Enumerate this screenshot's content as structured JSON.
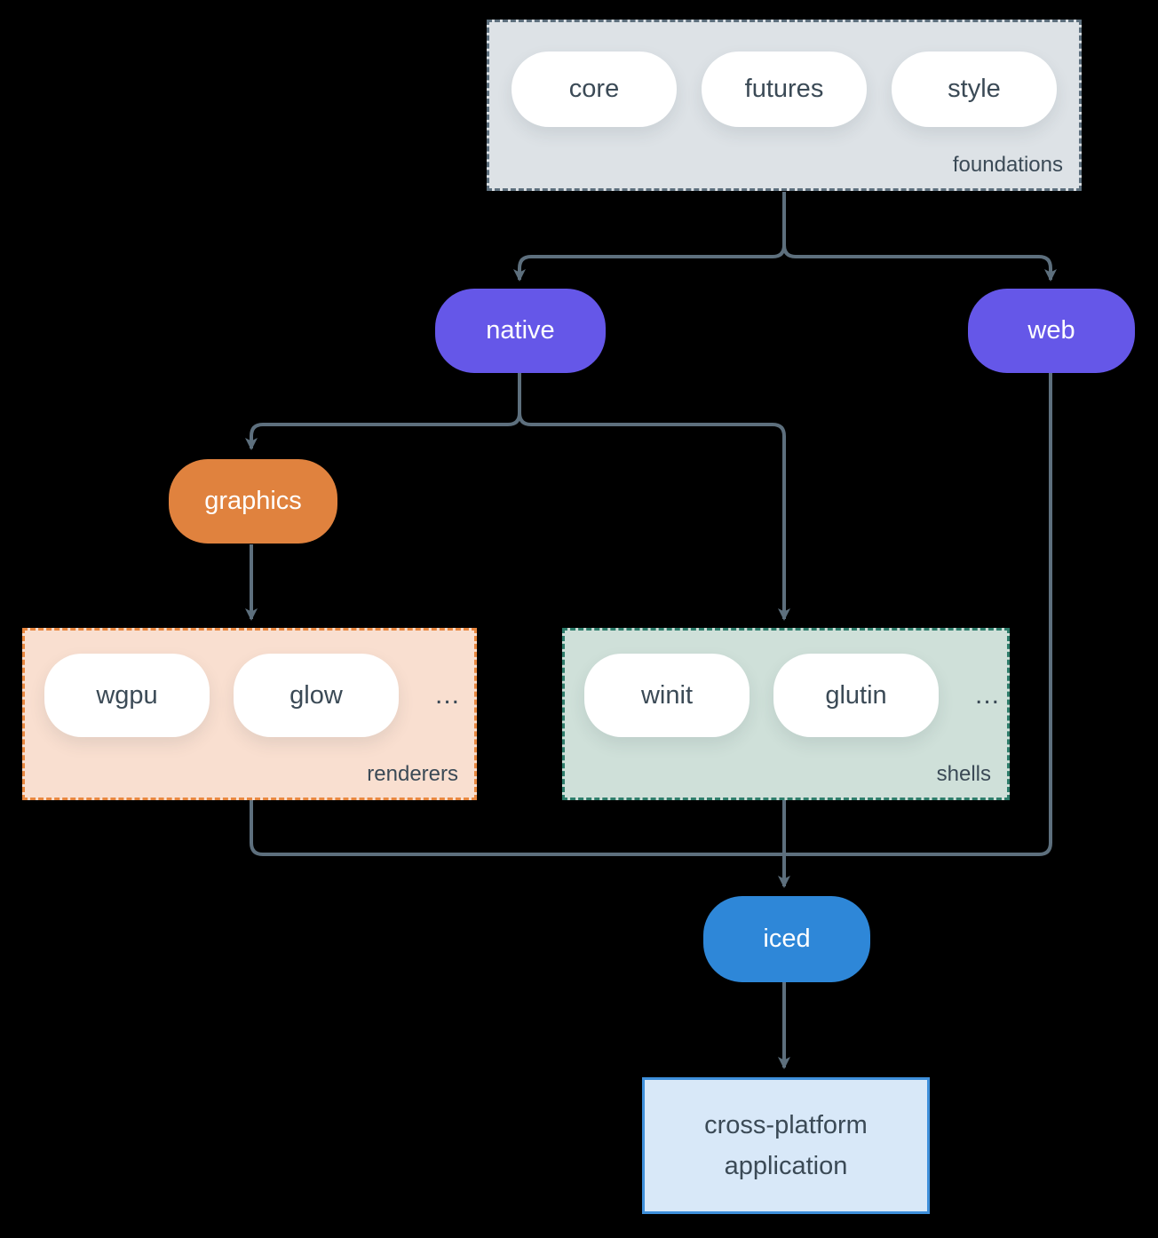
{
  "colors": {
    "bg": "#000000",
    "arrow": "#5d6f7d",
    "ink": "#3b4a56",
    "purple": "#6557e8",
    "orange": "#e0823e",
    "blue": "#2e87d8",
    "foundations-fill": "#dde2e6",
    "foundations-border": "#5d6f7d",
    "renderers-fill": "#f9dfd0",
    "renderers-border": "#e8873f",
    "shells-fill": "#cfe0d9",
    "shells-border": "#2e7d6b",
    "app-fill": "#d8e8f8",
    "app-border": "#3e8fdb",
    "pill-fill": "#ffffff"
  },
  "groups": {
    "foundations": {
      "label": "foundations",
      "items": [
        "core",
        "futures",
        "style"
      ]
    },
    "renderers": {
      "label": "renderers",
      "items": [
        "wgpu",
        "glow"
      ],
      "more": "..."
    },
    "shells": {
      "label": "shells",
      "items": [
        "winit",
        "glutin"
      ],
      "more": "..."
    }
  },
  "nodes": {
    "native": {
      "label": "native"
    },
    "web": {
      "label": "web"
    },
    "graphics": {
      "label": "graphics"
    },
    "iced": {
      "label": "iced"
    },
    "application": {
      "label": "cross-platform application"
    }
  }
}
